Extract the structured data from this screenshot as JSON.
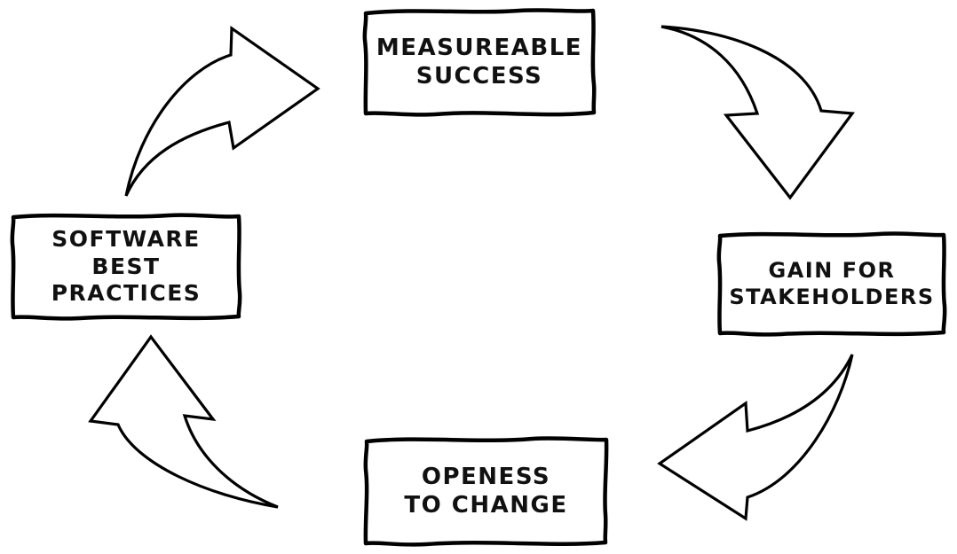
{
  "diagram": {
    "type": "cycle",
    "direction": "clockwise",
    "colors": {
      "stroke": "#000000",
      "fill": "#ffffff",
      "background": "#ffffff"
    },
    "nodes": [
      {
        "id": "measureable-success",
        "position": "top",
        "label": "MEASUREABLE\nSUCCESS"
      },
      {
        "id": "gain-for-stakeholders",
        "position": "right",
        "label": "GAIN FOR\nSTAKEHOLDERS"
      },
      {
        "id": "openess-to-change",
        "position": "bottom",
        "label": "OPENESS\nTO CHANGE"
      },
      {
        "id": "software-best-practices",
        "position": "left",
        "label": "SOFTWARE\nBEST\nPRACTICES"
      }
    ],
    "edges": [
      {
        "from": "software-best-practices",
        "to": "measureable-success",
        "style": "curved-swoosh-arrow"
      },
      {
        "from": "measureable-success",
        "to": "gain-for-stakeholders",
        "style": "curved-swoosh-arrow"
      },
      {
        "from": "gain-for-stakeholders",
        "to": "openess-to-change",
        "style": "curved-swoosh-arrow"
      },
      {
        "from": "openess-to-change",
        "to": "software-best-practices",
        "style": "curved-swoosh-arrow"
      }
    ]
  }
}
